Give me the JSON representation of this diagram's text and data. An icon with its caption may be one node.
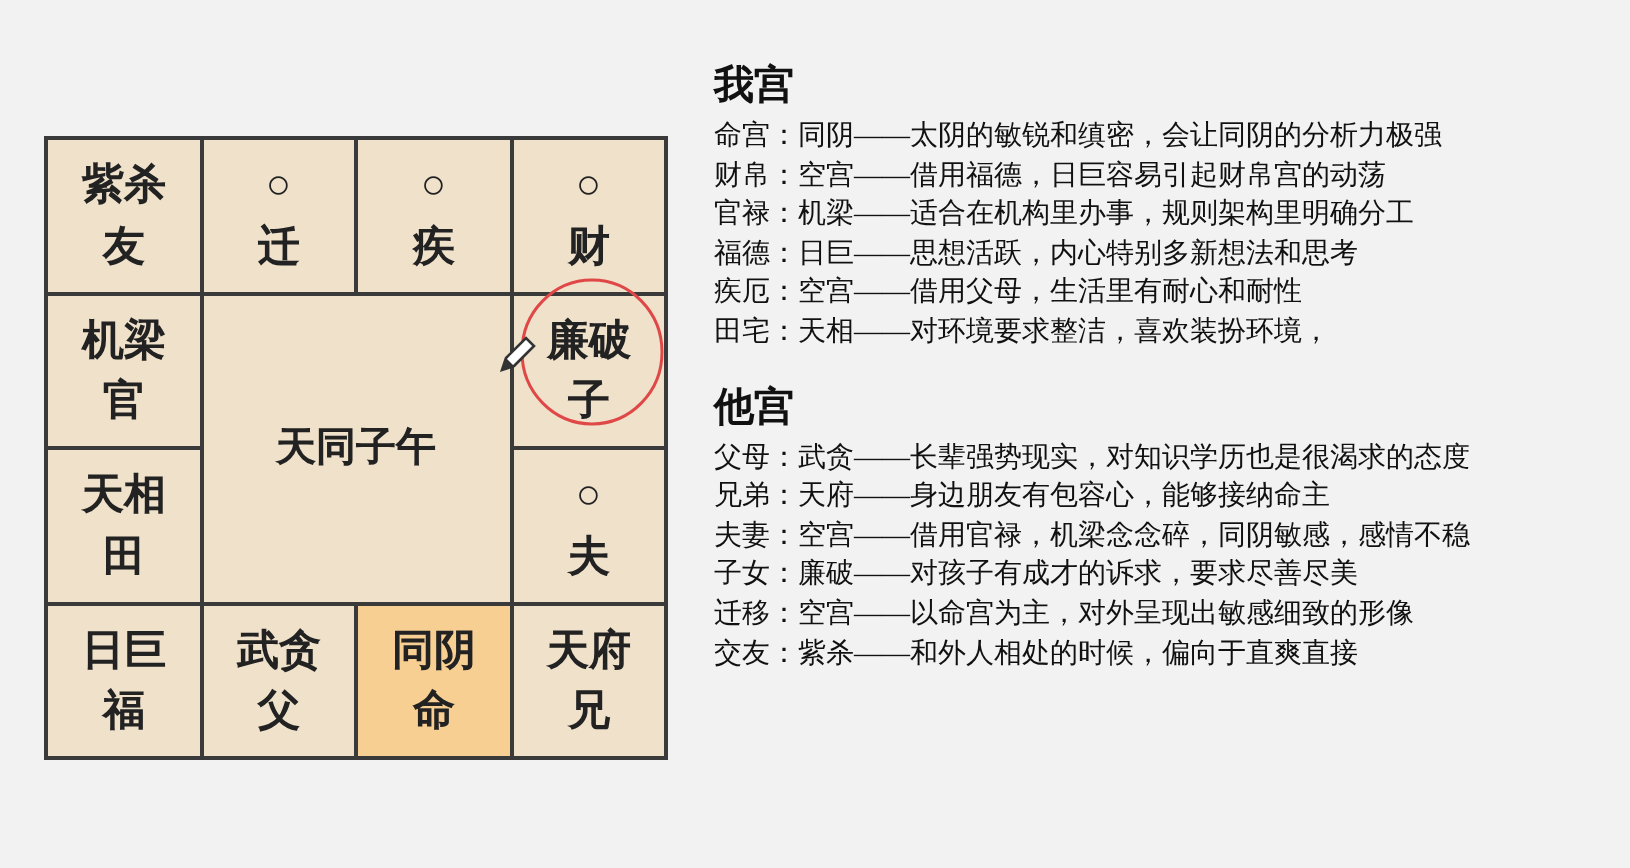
{
  "diagram": {
    "nodes": [
      {
        "text": [
          "紫杀",
          "友"
        ]
      },
      {
        "text": [
          "○",
          "迁"
        ]
      },
      {
        "text": [
          "○",
          "疾"
        ]
      },
      {
        "text": [
          "○",
          "财"
        ]
      },
      {
        "text": [
          "机梁",
          "官"
        ]
      },
      {
        "text": [
          "天同子午"
        ]
      },
      {
        "text": [
          "廉破",
          "子"
        ]
      },
      {
        "text": [
          "天相",
          "田"
        ]
      },
      {
        "text": [
          "○",
          "夫"
        ]
      },
      {
        "text": [
          "日巨",
          "福"
        ]
      },
      {
        "text": [
          "武贪",
          "父"
        ]
      },
      {
        "text": [
          "同阴",
          "命"
        ]
      },
      {
        "text": [
          "天府",
          "兄"
        ]
      }
    ],
    "edges": [],
    "labels": [
      "我宫",
      "命宫：同阴——太阴的敏锐和缜密，会让同阴的分析力极强",
      "财帛：空宫——借用福德，日巨容易引起财帛宫的动荡",
      "官禄：机梁——适合在机构里办事，规则架构里明确分工",
      "福德：日巨——思想活跃，内心特别多新想法和思考",
      "疾厄：空宫——借用父母，生活里有耐心和耐性",
      "田宅：天相——对环境要求整洁，喜欢装扮环境，",
      "他宫",
      "父母：武贪——长辈强势现实，对知识学历也是很渴求的态度",
      "兄弟：天府——身边朋友有包容心，能够接纳命主",
      "夫妻：空宫——借用官禄，机梁念念碎，同阴敏感，感情不稳",
      "子女：廉破——对孩子有成才的诉求，要求尽善尽美",
      "迁移：空宫——以命宫为主，对外呈现出敏感细致的形像",
      "交友：紫杀——和外人相处的时候，偏向于直爽直接"
    ]
  }
}
